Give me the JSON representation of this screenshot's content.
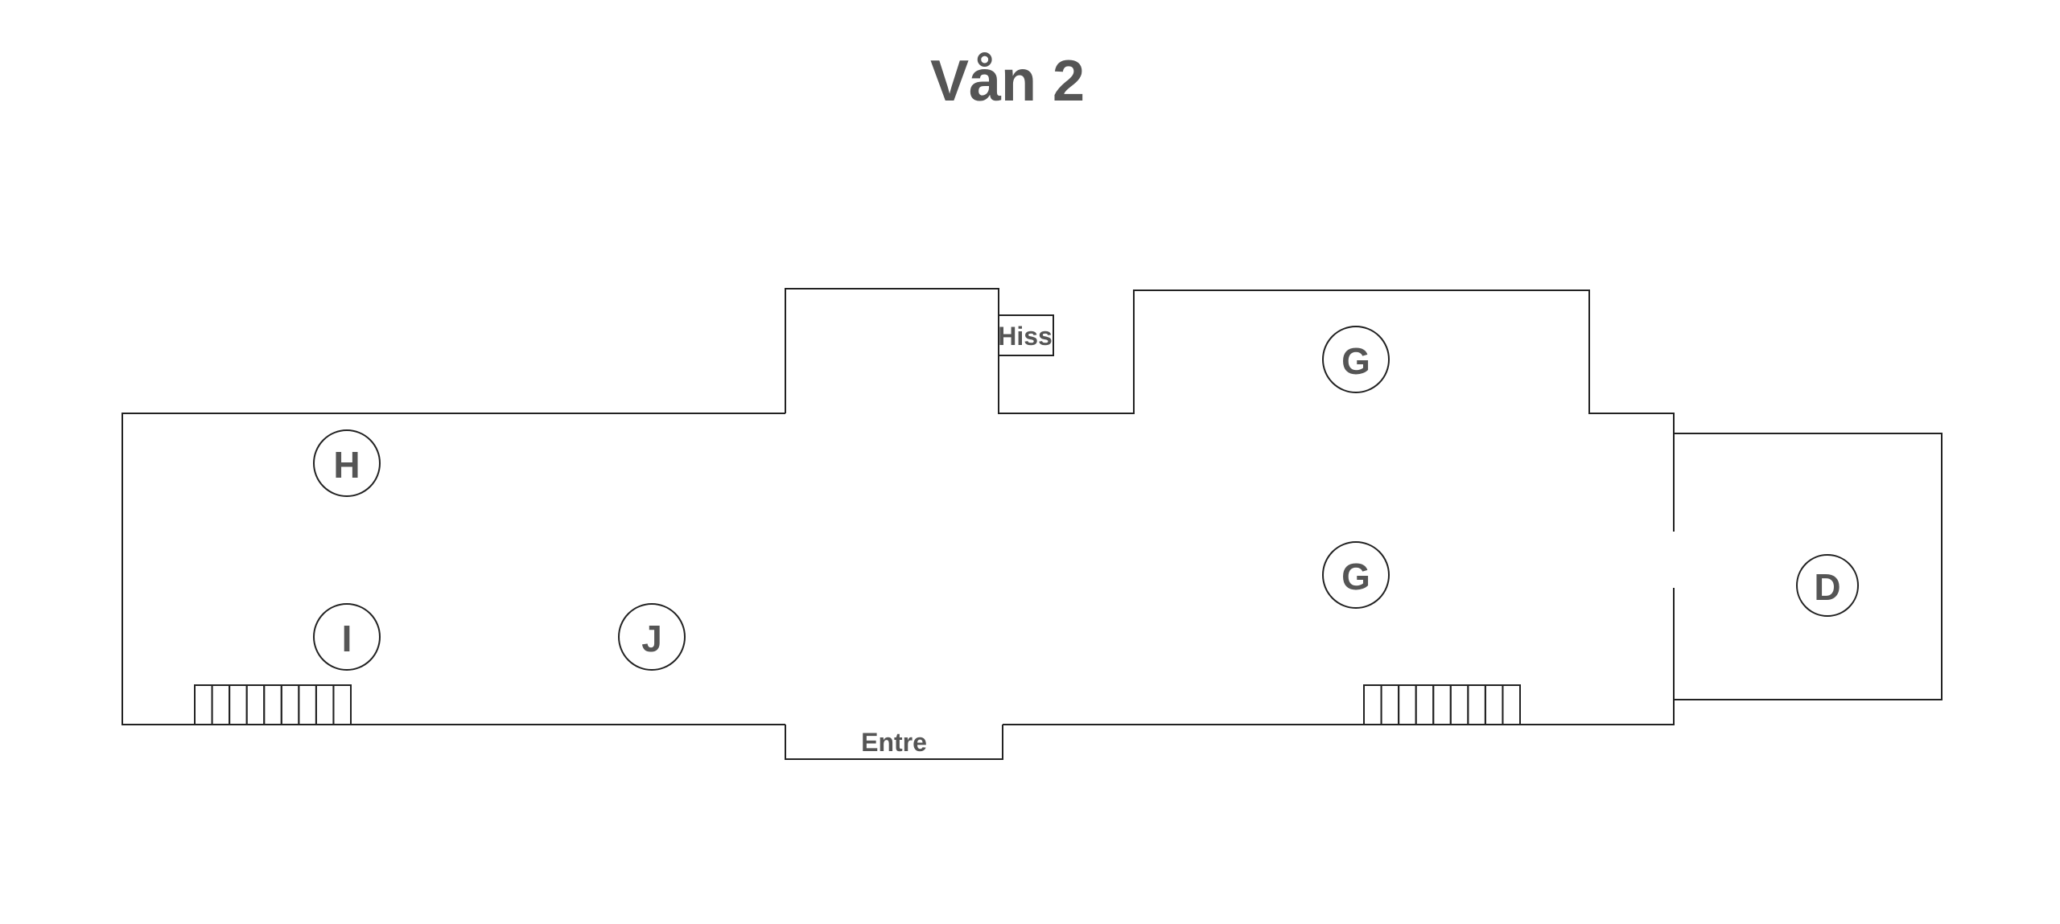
{
  "title": "Vån 2",
  "labels": {
    "elevator": "Hiss",
    "entrance": "Entre"
  },
  "rooms": [
    {
      "id": "H",
      "label": "H"
    },
    {
      "id": "I",
      "label": "I"
    },
    {
      "id": "J",
      "label": "J"
    },
    {
      "id": "G1",
      "label": "G"
    },
    {
      "id": "G2",
      "label": "G"
    },
    {
      "id": "D",
      "label": "D"
    }
  ],
  "colors": {
    "text": "#555555",
    "walls": "#222222"
  }
}
